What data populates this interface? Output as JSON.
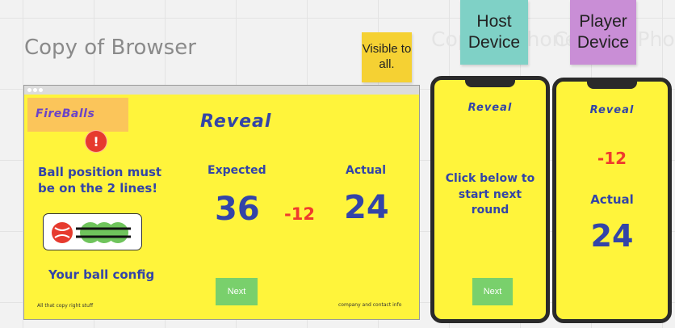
{
  "frame_title": "Copy of Browser",
  "ghost_labels": [
    "Copy of Phone",
    "Copy of Phone"
  ],
  "stickies": {
    "visible": "Visible to all.",
    "host": "Host Device",
    "player": "Player Device"
  },
  "browser": {
    "logo": "FireBalls",
    "title": "Reveal",
    "warning_icon": "!",
    "warning_text": "Ball position must be on the 2 lines!",
    "ball_config_label": "Your ball config",
    "expected_label": "Expected",
    "expected_value": "36",
    "difference": "-12",
    "actual_label": "Actual",
    "actual_value": "24",
    "next_button": "Next",
    "footer_left": "All that copy right stuff",
    "footer_right": "company and contact info"
  },
  "host_phone": {
    "title": "Reveal",
    "message": "Click below to start next round",
    "next_button": "Next"
  },
  "player_phone": {
    "title": "Reveal",
    "difference": "-12",
    "actual_label": "Actual",
    "actual_value": "24"
  },
  "colors": {
    "canvas": "#f2f2f2",
    "screen_yellow": "#fff43b",
    "title_blue": "#3344a8",
    "diff_red": "#ef3b2d",
    "button_green": "#79d06c",
    "logo_orange": "#fbc55a",
    "sticky_yellow": "#f5d133",
    "sticky_teal": "#7fd1c6",
    "sticky_purple": "#c98ed6"
  },
  "icons": [
    "warning-icon",
    "red-ball-icon",
    "green-ball-icon"
  ]
}
